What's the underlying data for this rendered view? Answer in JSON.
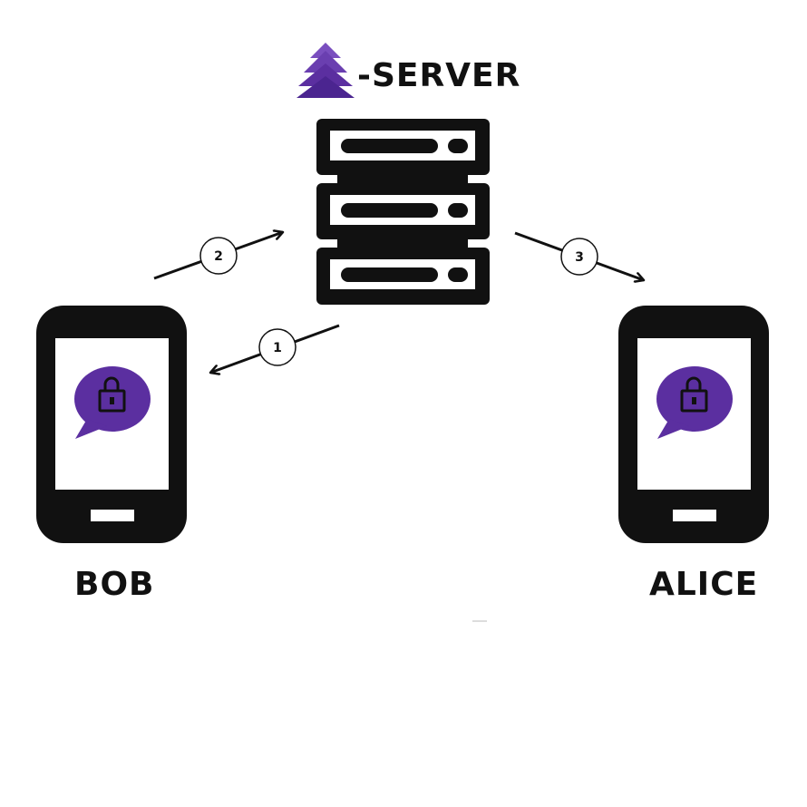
{
  "server": {
    "title": "-SERVER"
  },
  "nodes": {
    "bob": "BOB",
    "alice": "ALICE"
  },
  "steps": [
    {
      "label": "1",
      "from": "server",
      "to": "bob"
    },
    {
      "label": "2",
      "from": "bob",
      "to": "server"
    },
    {
      "label": "3",
      "from": "server",
      "to": "alice"
    }
  ],
  "colors": {
    "accent": "#5b2fa0",
    "ink": "#111111",
    "background": "#ffffff"
  },
  "icons": [
    "pine-tree-logo-icon",
    "server-rack-icon",
    "smartphone-icon",
    "locked-chat-bubble-icon"
  ]
}
